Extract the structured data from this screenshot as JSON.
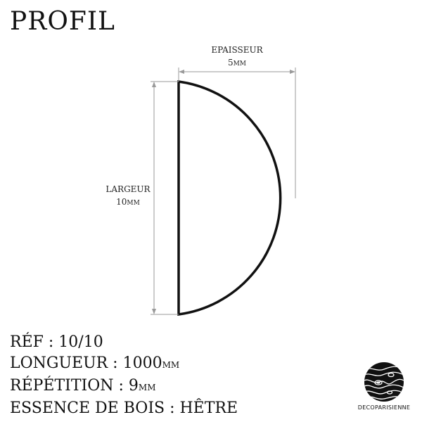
{
  "title": "PROFIL",
  "dimensions": {
    "thickness": {
      "label": "EPAISSEUR",
      "value": "5",
      "unit": "MM"
    },
    "width": {
      "label": "LARGEUR",
      "value": "10",
      "unit": "MM"
    }
  },
  "specs": {
    "ref": {
      "label": "RÉF : 10/10"
    },
    "length": {
      "label": "LONGUEUR : 1000",
      "unit": "MM"
    },
    "repetition": {
      "label": "RÉPÉTITION : 9",
      "unit": "MM"
    },
    "wood": {
      "label": "ESSENCE DE BOIS : HÊTRE"
    }
  },
  "brand": {
    "name": "DECOPARISIENNE",
    "logo_icon": "wood-grain-logo-icon"
  },
  "colors": {
    "ink": "#111111",
    "dim_line": "#9a9a9a"
  }
}
